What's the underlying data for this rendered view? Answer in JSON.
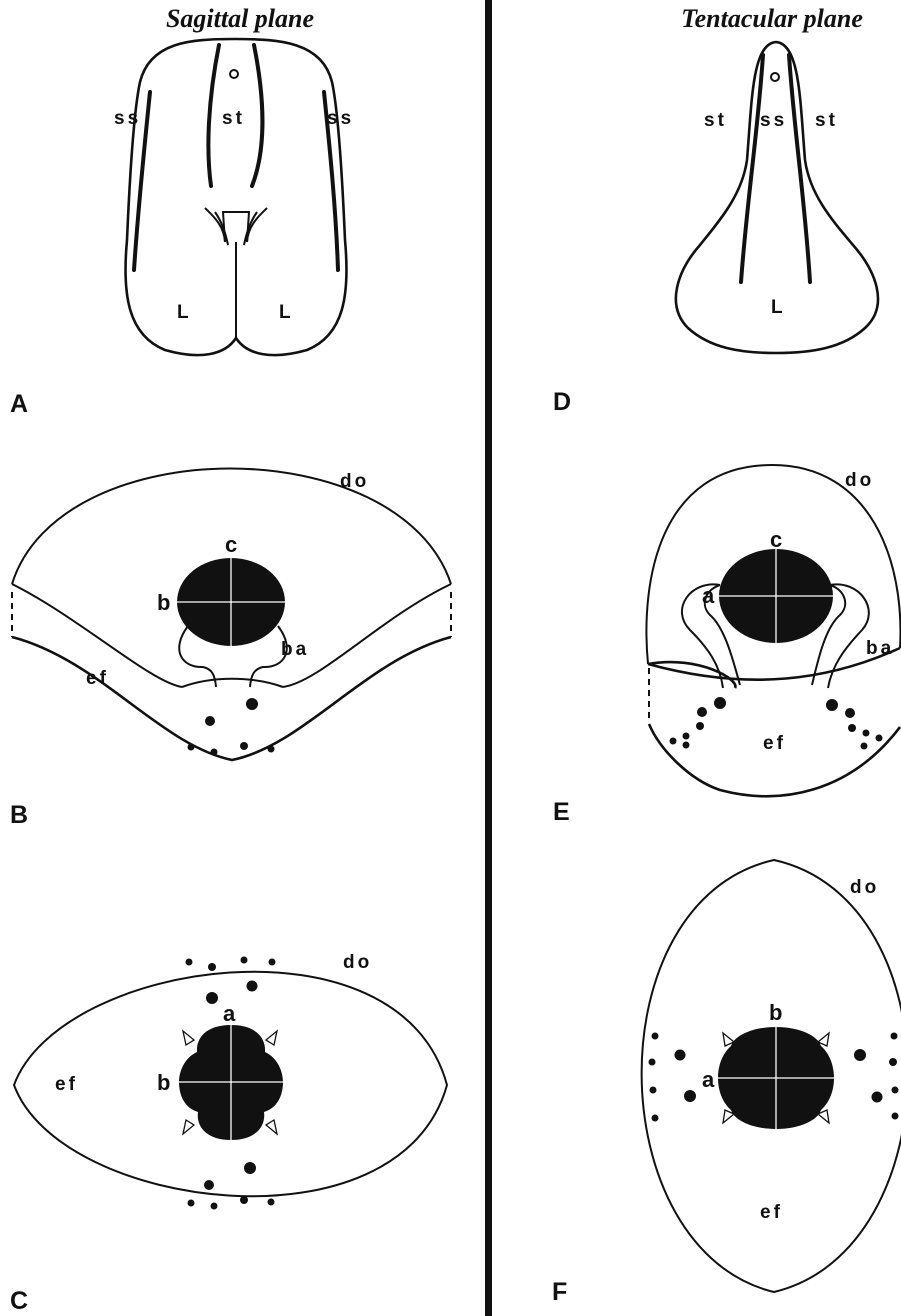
{
  "titles": {
    "left": "Sagittal plane",
    "right": "Tentacular plane"
  },
  "panels": {
    "A": {
      "letter": "A",
      "ss_left": "ss",
      "ss_right": "ss",
      "st": "st",
      "L_left": "L",
      "L_right": "L"
    },
    "B": {
      "letter": "B",
      "do": "do",
      "c": "c",
      "b": "b",
      "ba": "ba",
      "ef": "ef"
    },
    "C": {
      "letter": "C",
      "do": "do",
      "a": "a",
      "b": "b",
      "ef": "ef"
    },
    "D": {
      "letter": "D",
      "st_left": "st",
      "ss": "ss",
      "st_right": "st",
      "L": "L"
    },
    "E": {
      "letter": "E",
      "do": "do",
      "c": "c",
      "a": "a",
      "ba": "ba",
      "ef": "ef"
    },
    "F": {
      "letter": "F",
      "do": "do",
      "b": "b",
      "a": "a",
      "ef": "ef"
    }
  }
}
